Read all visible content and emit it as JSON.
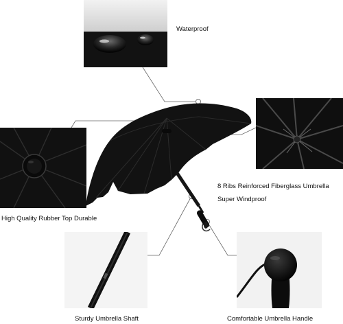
{
  "features": {
    "waterproof": "Waterproof",
    "ribs_line1": "8 Ribs Reinforced Fiberglass Umbrella",
    "ribs_line2": "Super Windproof",
    "rubber_top": "High Quality Rubber Top Durable",
    "shaft": "Sturdy Umbrella Shaft",
    "handle": "Comfortable Umbrella Handle"
  },
  "colors": {
    "canopy": "#111111",
    "connector": "#555555",
    "background": "#ffffff"
  }
}
